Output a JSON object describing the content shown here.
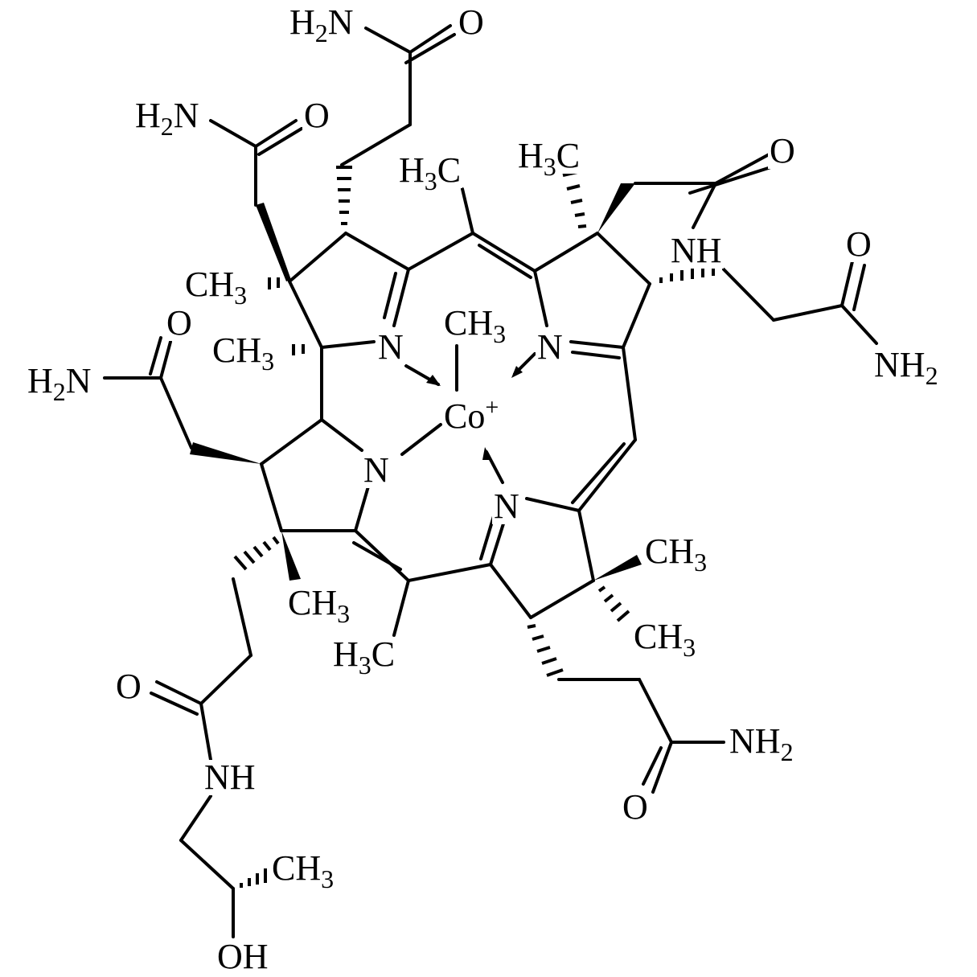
{
  "diagram": {
    "type": "chemical-structure",
    "description": "Corrin macrocycle with central cobalt(+) bearing axial methyl; amide side chains (methylcobalamin-like fragment)",
    "central_atom": "Co",
    "central_charge": "+",
    "labels": {
      "nh2_top": {
        "main": "H",
        "sub": "2",
        "tail": "N"
      },
      "o_top": "O",
      "nh2_upper_left": {
        "main": "H",
        "sub": "2",
        "tail": "N"
      },
      "o_upper_left": "O",
      "h3c_top_center": {
        "main": "H",
        "sub": "3",
        "tail": "C"
      },
      "h3c_top_right": {
        "main": "H",
        "sub": "3",
        "tail": "C"
      },
      "o_top_right": "O",
      "nh_right": "NH",
      "o_right": "O",
      "nh2_right": {
        "main": "NH",
        "sub": "2"
      },
      "ch3_left_1": {
        "main": "CH",
        "sub": "3"
      },
      "ch3_left_2": {
        "main": "CH",
        "sub": "3"
      },
      "o_left": "O",
      "nh2_left": {
        "main": "H",
        "sub": "2",
        "tail": "N"
      },
      "ch3_axial": {
        "main": "CH",
        "sub": "3"
      },
      "n_ring_a": "N",
      "n_ring_b": "N",
      "n_ring_c": "N",
      "n_ring_d": "N",
      "co": {
        "main": "Co",
        "sup": "+"
      },
      "ch3_right_1": {
        "main": "CH",
        "sub": "3"
      },
      "ch3_right_2": {
        "main": "CH",
        "sub": "3"
      },
      "ch3_bottom_ring": {
        "main": "CH",
        "sub": "3"
      },
      "h3c_bottom": {
        "main": "H",
        "sub": "3",
        "tail": "C"
      },
      "o_bottom_left": "O",
      "nh_bottom_left": "NH",
      "ch3_bottom": {
        "main": "CH",
        "sub": "3"
      },
      "oh_bottom": "OH",
      "nh2_bottom_right": {
        "main": "NH",
        "sub": "2"
      },
      "o_bottom_right": "O"
    }
  }
}
